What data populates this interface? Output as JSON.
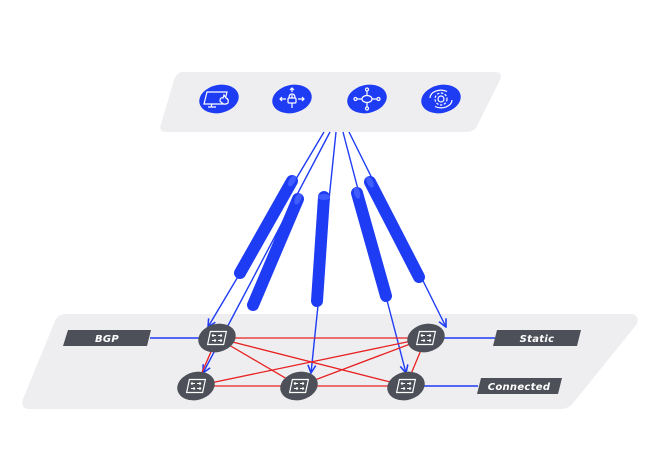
{
  "diagram": {
    "title": "",
    "colors": {
      "panel": "#eeeef1",
      "accent_blue": "#1f3cf5",
      "mesh_red": "#e82121",
      "node_fill": "#4d5058",
      "label_fill": "#4d5058",
      "label_text": "#ffffff"
    },
    "top_icons": [
      {
        "id": "icon-1",
        "icon": "monitor-touch-icon"
      },
      {
        "id": "icon-2",
        "icon": "router-distribute-icon"
      },
      {
        "id": "icon-3",
        "icon": "hub-network-icon"
      },
      {
        "id": "icon-4",
        "icon": "gear-sync-icon"
      }
    ],
    "tunnels": [
      "tunnel-1",
      "tunnel-2",
      "tunnel-3",
      "tunnel-4",
      "tunnel-5"
    ],
    "nodes": [
      {
        "id": "router-top-left",
        "icon": "switch-arrows-icon"
      },
      {
        "id": "router-top-right",
        "icon": "switch-arrows-icon"
      },
      {
        "id": "router-bottom-left",
        "icon": "switch-arrows-icon"
      },
      {
        "id": "router-bottom-center",
        "icon": "switch-arrows-icon"
      },
      {
        "id": "router-bottom-right",
        "icon": "switch-arrows-icon"
      }
    ],
    "labels": {
      "bgp": "BGP",
      "static": "Static",
      "connected": "Connected"
    }
  }
}
